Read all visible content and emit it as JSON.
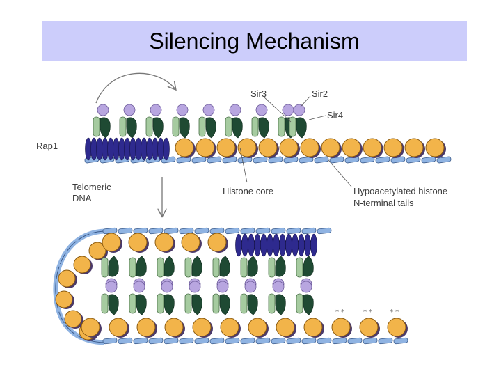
{
  "slide": {
    "title": "Silencing Mechanism"
  },
  "diagram": {
    "labels": {
      "rap1": "Rap1",
      "sir3": "Sir3",
      "sir2": "Sir2",
      "sir4": "Sir4",
      "telomeric_dna_line1": "Telomeric",
      "telomeric_dna_line2": "DNA",
      "histone_core": "Histone core",
      "hypoacetylated_line1": "Hypoacetylated histone",
      "hypoacetylated_line2": "N-terminal tails"
    },
    "colors": {
      "histone": "#f2b44a",
      "histone_outline": "#8a5a10",
      "rap1": "#2e2a8e",
      "sir3": "#b8a6e0",
      "sir4": "#1f4a33",
      "sir2": "#a6cba0",
      "dna": "#8fb3e2",
      "dna_outline": "#3a5a8a",
      "title_bar": "#cccdfb"
    },
    "icons": [
      "curved-arrow-icon",
      "down-arrow-icon"
    ]
  }
}
